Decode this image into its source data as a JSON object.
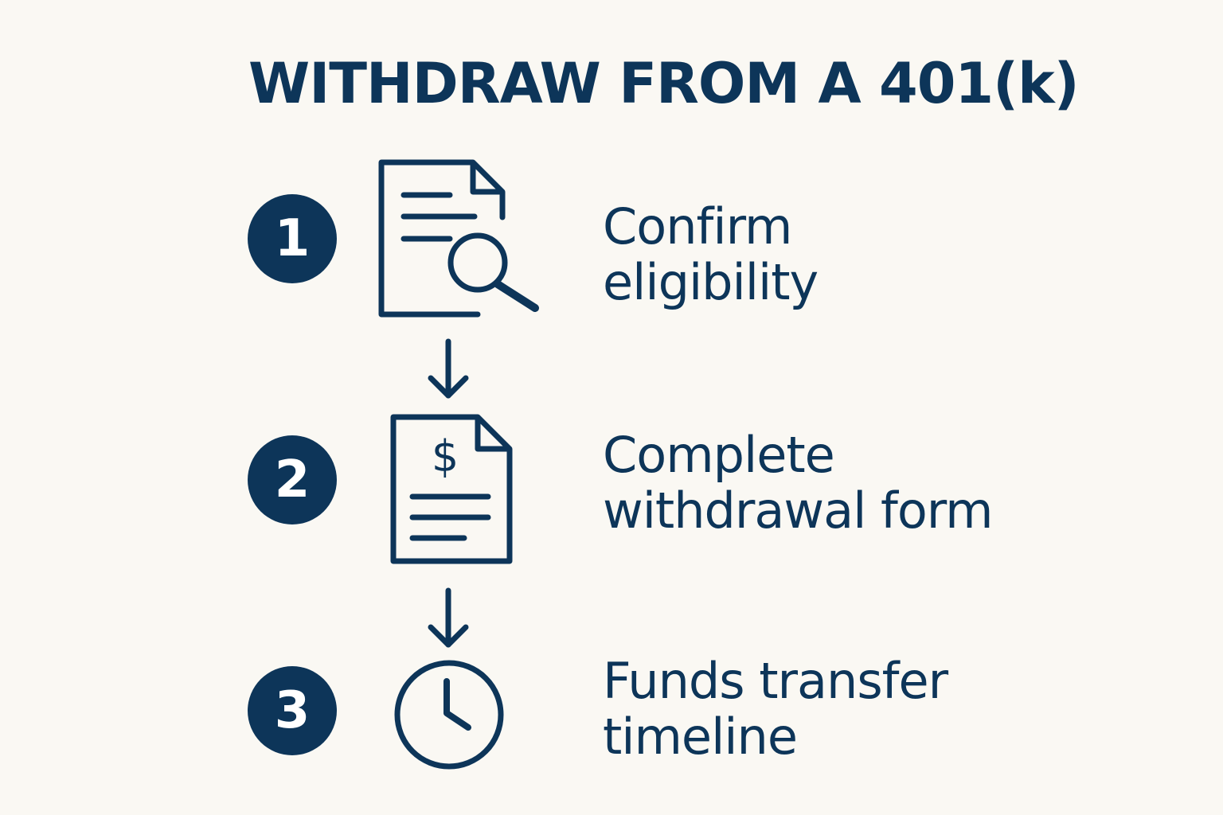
{
  "title": "WITHDRAW FROM A 401(k)",
  "colors": {
    "primary": "#0D3559",
    "background": "#FAF8F3"
  },
  "steps": [
    {
      "number": "1",
      "icon": "document-search-icon",
      "lines": [
        "Confirm",
        "eligibility"
      ]
    },
    {
      "number": "2",
      "icon": "dollar-document-icon",
      "symbol": "$",
      "lines": [
        "Complete",
        "withdrawal form"
      ]
    },
    {
      "number": "3",
      "icon": "clock-icon",
      "lines": [
        "Funds transfer",
        "timeline"
      ]
    }
  ],
  "connectors": [
    "arrow-down-icon",
    "arrow-down-icon"
  ]
}
